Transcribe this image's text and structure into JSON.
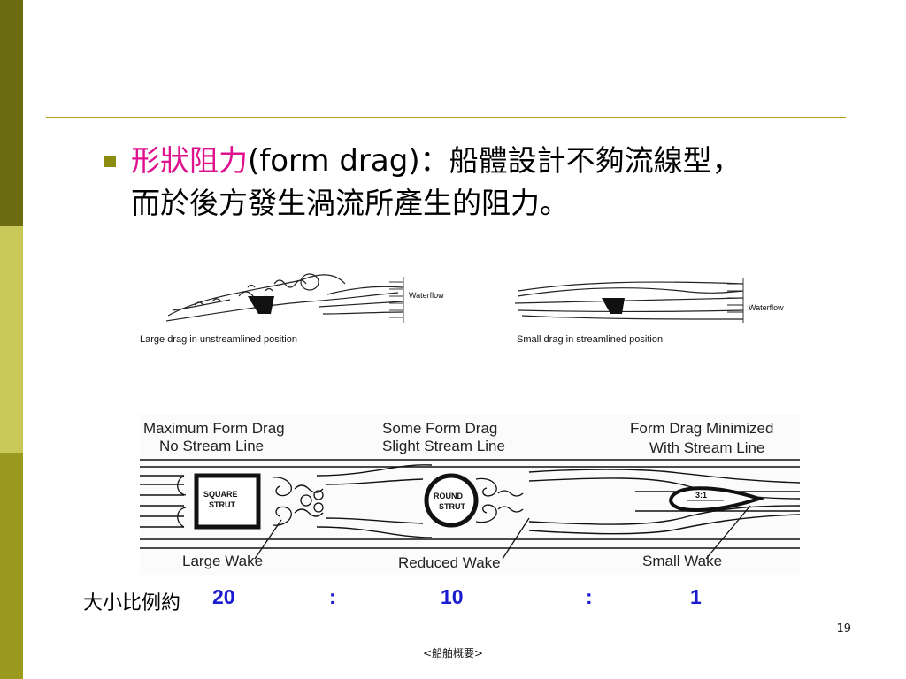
{
  "bullet": {
    "keyword": "形狀阻力",
    "term": "(form drag)",
    "line1_rest": "：船體設計不夠流線型，",
    "line2": "而於後方發生渦流所產生的阻力。"
  },
  "swim_figure": {
    "left_caption": "Large drag in unstreamlined position",
    "right_caption": "Small drag in streamlined position",
    "waterflow_left": "Waterflow",
    "waterflow_right": "Waterflow"
  },
  "strut_figure": {
    "heading_1a": "Maximum Form Drag",
    "heading_1b": "No Stream Line",
    "heading_2a": "Some Form Drag",
    "heading_2b": "Slight Stream Line",
    "heading_3a": "Form Drag Minimized",
    "heading_3b": "With Stream Line",
    "square_line1": "SQUARE",
    "square_line2": "STRUT",
    "round_line1": "ROUND",
    "round_line2": "STRUT",
    "ratio_mark": "3:1",
    "wake_1": "Large Wake",
    "wake_2": "Reduced Wake",
    "wake_3": "Small Wake"
  },
  "ratio": {
    "label": "大小比例約",
    "v1": "20",
    "sep1": ":",
    "v2": "10",
    "sep2": ":",
    "v3": "1"
  },
  "page_number": "19",
  "footer": "<船舶概要>",
  "colors": {
    "accent_rule": "#b9a21c",
    "keyword": "#e0118f",
    "ratio_values": "#1a1ad0"
  }
}
